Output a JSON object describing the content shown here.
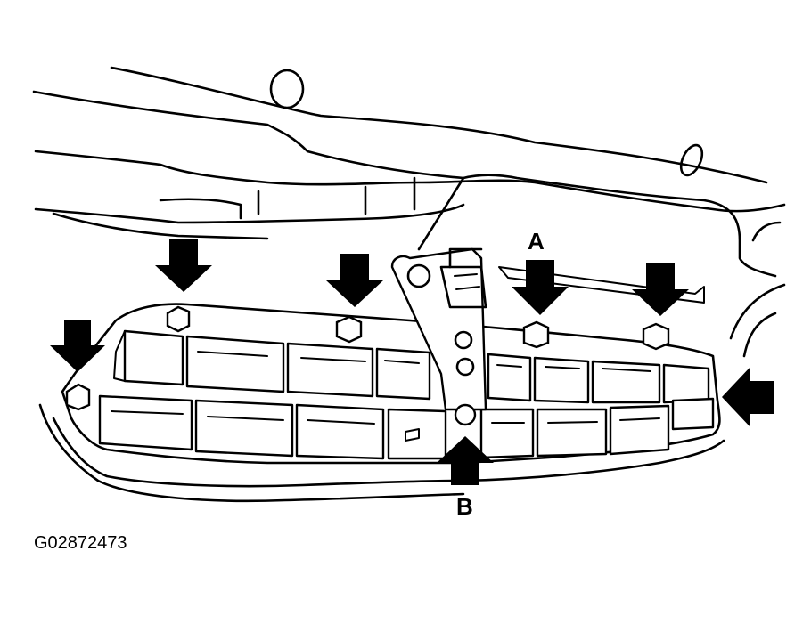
{
  "labels": {
    "callout_a": "A",
    "callout_b": "B",
    "figure_id": "G02872473"
  },
  "arrows": [
    {
      "name": "arrow-left-outer",
      "direction": "down"
    },
    {
      "name": "arrow-left-upper",
      "direction": "down"
    },
    {
      "name": "arrow-center-upper",
      "direction": "down"
    },
    {
      "name": "arrow-callout-a",
      "direction": "down"
    },
    {
      "name": "arrow-right-upper",
      "direction": "down"
    },
    {
      "name": "arrow-callout-b",
      "direction": "up"
    },
    {
      "name": "arrow-right-side",
      "direction": "left"
    }
  ],
  "colors": {
    "line": "#000000",
    "background": "#ffffff"
  }
}
